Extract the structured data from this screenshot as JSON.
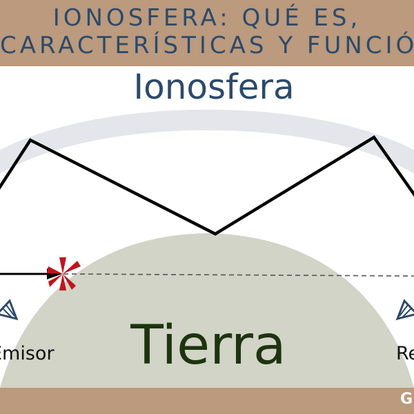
{
  "header": {
    "title_line1": "IONOSFERA: QUÉ ES,",
    "title_line2": "CARACTERÍSTICAS Y FUNCIÓN"
  },
  "diagram": {
    "ionosphere_label": "Ionosfera",
    "earth_label": "Tierra",
    "transmitter_label": "Emisor",
    "receiver_label": "Receptor"
  },
  "footer": {
    "brand": "GEOENCICLOPEDIA"
  },
  "colors": {
    "banner": "#bb9a7d",
    "title_text": "#2c4a6b",
    "ionosphere_band": "#e5e6ec",
    "earth_fill": "#d1d4c6",
    "earth_text": "#1e3310",
    "signal_path": "#000000",
    "blocked_marker": "#c0141b",
    "antenna": "#2c4a6b"
  }
}
